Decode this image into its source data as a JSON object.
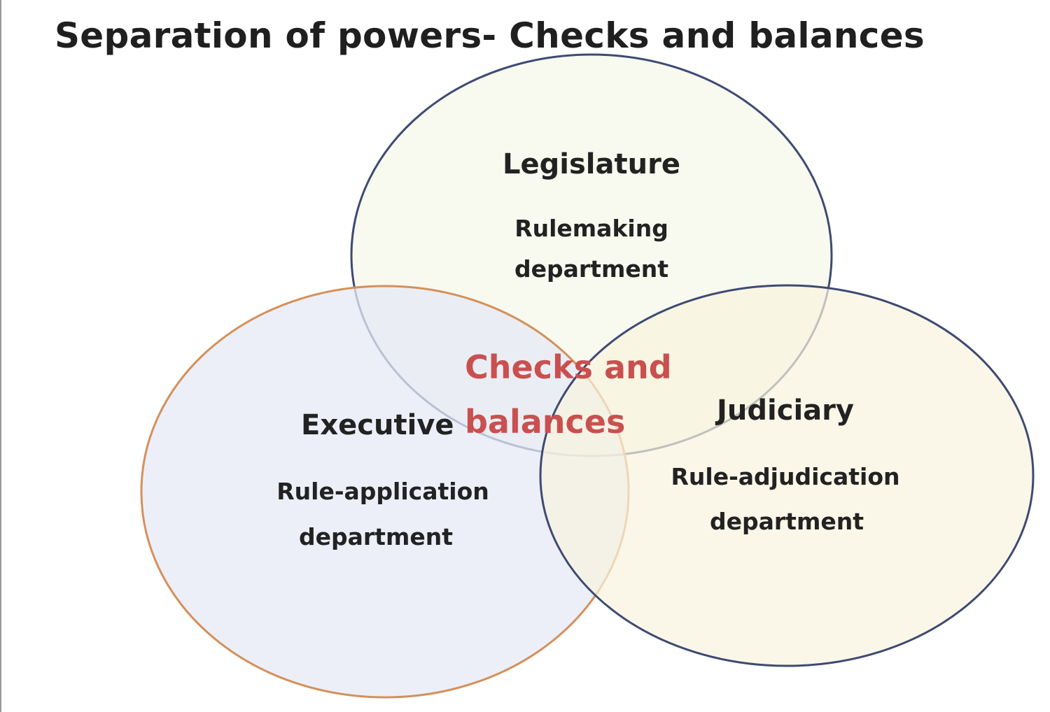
{
  "title": "Separation of powers- Checks and balances",
  "circles": [
    {
      "id": "legislature",
      "heading": "Legislature",
      "description_line1": "Rulemaking",
      "description_line2": "department",
      "fill": "#f6f7e9",
      "stroke": "#3e4a72"
    },
    {
      "id": "executive",
      "heading": "Executive",
      "description_line1": "Rule-application",
      "description_line2": "department",
      "fill": "#e9ecf6",
      "stroke": "#d4905a"
    },
    {
      "id": "judiciary",
      "heading": "Judiciary",
      "description_line1": "Rule-adjudication",
      "description_line2": "department",
      "fill": "#f8f5e3",
      "stroke": "#3e4a72"
    }
  ],
  "center": {
    "line1": "Checks and",
    "line2": "balances",
    "color": "#c9504f"
  }
}
